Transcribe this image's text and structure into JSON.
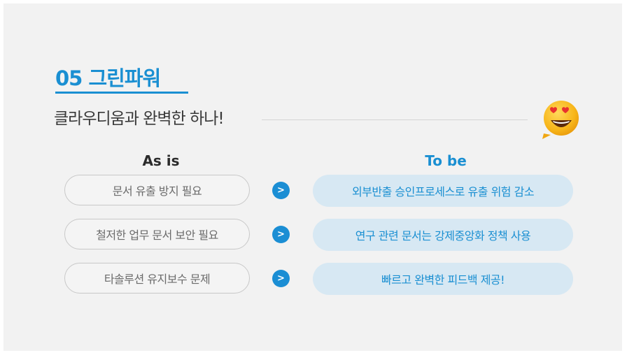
{
  "header": {
    "section_title": "05 그린파워",
    "subtitle": "클라우디움과 완벽한 하나!"
  },
  "columns": {
    "as_is_label": "As is",
    "to_be_label": "To be"
  },
  "rows": [
    {
      "as_is": "문서 유출 방지 필요",
      "to_be": "외부반출 승인프로세스로 유출 위험 감소"
    },
    {
      "as_is": "철저한 업무 문서 보안 필요",
      "to_be": "연구 관련 문서는 강제중앙화 정책 사용"
    },
    {
      "as_is": "타솔루션 유지보수 문제",
      "to_be": "빠르고 완벽한 피드백 제공!"
    }
  ],
  "arrow_symbol": ">",
  "icons": {
    "emoji": "heart-eyes-speech-bubble-icon",
    "arrow": "chevron-right-icon"
  },
  "colors": {
    "accent": "#1a8fd2",
    "to_be_fill": "#d7e8f3",
    "background": "#f2f2f2"
  }
}
